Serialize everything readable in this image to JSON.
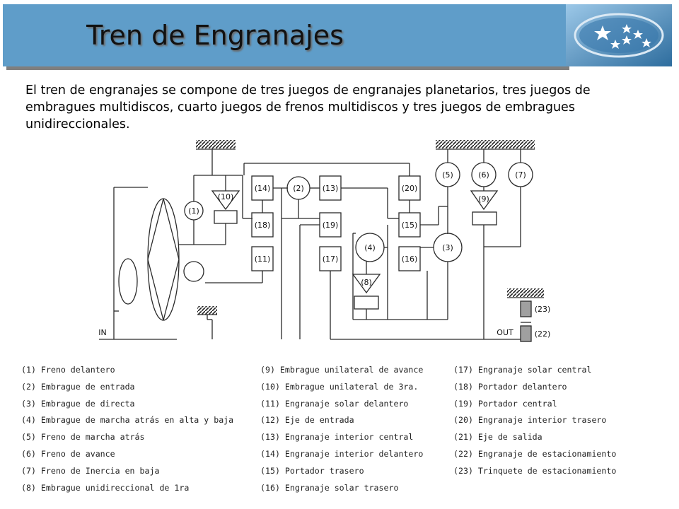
{
  "header": {
    "title": "Tren de Engranajes",
    "bar_color": "#5f9dc9",
    "logo_icon": "subaru-stars-icon"
  },
  "intro": "El tren de engranajes se compone de tres juegos de engranajes planetarios, tres juegos de embragues multidiscos, cuarto juegos de frenos multidiscos y tres juegos de embragues unidireccionales.",
  "diagram": {
    "labels": {
      "n1": "(1)",
      "n2": "(2)",
      "n3": "(3)",
      "n4": "(4)",
      "n5": "(5)",
      "n6": "(6)",
      "n7": "(7)",
      "n8": "(8)",
      "n9": "(9)",
      "n10": "(10)",
      "n11": "(11)",
      "n13": "(13)",
      "n14": "(14)",
      "n15": "(15)",
      "n16": "(16)",
      "n17": "(17)",
      "n18": "(18)",
      "n19": "(19)",
      "n20": "(20)",
      "n22": "(22)",
      "n23": "(23)",
      "in": "IN",
      "out": "OUT"
    }
  },
  "legend": {
    "col1": [
      "(1) Freno delantero",
      "(2) Embrague de entrada",
      "(3) Embrague de directa",
      "(4) Embrague de marcha atrás en alta y baja",
      "(5) Freno de marcha atrás",
      "(6) Freno de avance",
      "(7) Freno de Inercia en baja",
      "(8) Embrague unidireccional de 1ra"
    ],
    "col2": [
      "(9) Embrague unilateral de avance",
      "(10) Embrague unilateral de 3ra.",
      "(11) Engranaje solar delantero",
      "(12) Eje de entrada",
      "(13) Engranaje interior central",
      "(14) Engranaje interior delantero",
      "(15) Portador trasero",
      "(16) Engranaje solar trasero"
    ],
    "col3": [
      "(17) Engranaje solar central",
      "(18) Portador delantero",
      "(19) Portador central",
      "(20) Engranaje interior trasero",
      "(21) Eje de salida",
      "(22) Engranaje de estacionamiento",
      "(23) Trinquete de estacionamiento"
    ]
  }
}
